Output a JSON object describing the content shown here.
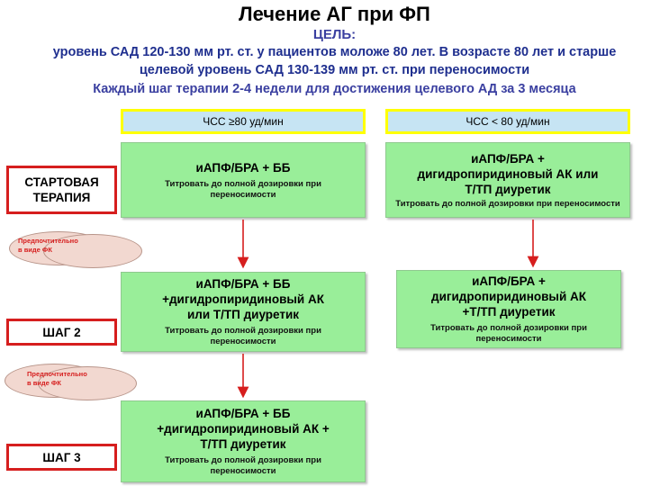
{
  "header": {
    "title": "Лечение АГ при ФП",
    "goal_label": "ЦЕЛЬ:",
    "goal_line_1": "уровень САД 120-130 мм рт. ст. у пациентов моложе 80 лет. В возрасте 80 лет и старше",
    "goal_line_2": "целевой уровень САД 130-139 мм рт. ст. при переносимости",
    "step_duration": "Каждый шаг терапии 2-4 недели  для достижения целевого АД за 3 месяца"
  },
  "columns": {
    "left_header": "ЧСС ≥80 уд/мин",
    "right_header": "ЧСС < 80 уд/мин"
  },
  "steps": {
    "start": "СТАРТОВАЯ\nТЕРАПИЯ",
    "step2": "ШАГ 2",
    "step3": "ШАГ 3"
  },
  "left_boxes": {
    "box1_main": "иАПФ/БРА + ББ",
    "box1_note": "Титровать до полной дозировки при\nпереносимости",
    "box2_main": "иАПФ/БРА + ББ\n+дигидропиридиновый АК\nили Т/ТП диуретик",
    "box2_note": "Титровать до полной дозировки при\nпереносимости",
    "box3_main": "иАПФ/БРА + ББ\n+дигидропиридиновый АК +\nТ/ТП диуретик",
    "box3_note": "Титровать до полной дозировки при\nпереносимости"
  },
  "right_boxes": {
    "box1_main": "иАПФ/БРА +\nдигидропиридиновый АК или\nТ/ТП диуретик",
    "box1_note": "Титровать до полной дозировки при переносимости",
    "box2_main": "иАПФ/БРА +\nдигидропиридиновый АК\n+Т/ТП диуретик",
    "box2_note": "Титровать до полной дозировки при\nпереносимости"
  },
  "ovals": {
    "oval1": "Предпочтительно\nв виде ФК",
    "oval2": "Предпочтительно\nв виде ФК"
  },
  "colors": {
    "box_fill": "#99ee99",
    "header_fill": "#c6e4f3",
    "header_border": "#ffff00",
    "step_border": "#d61e1e",
    "arrow": "#d61e1e"
  }
}
